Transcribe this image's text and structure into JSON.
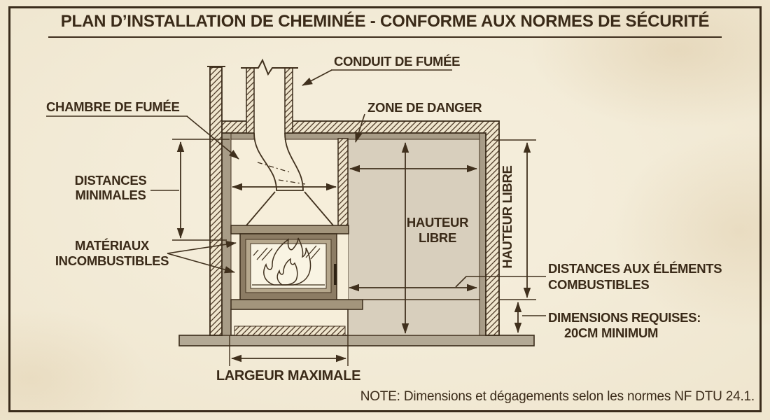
{
  "title": "PLAN D’INSTALLATION DE CHEMINÉE - CONFORME AUX NORMES DE SÉCURITÉ",
  "note": "NOTE: Dimensions et dégagements selon les normes NF DTU 24.1.",
  "labels": {
    "flue": "CONDUIT DE FUMÉE",
    "smoke_chamber": "CHAMBRE DE FUMÉE",
    "danger_zone": "ZONE DE DANGER",
    "min_distances_line1": "DISTANCES",
    "min_distances_line2": "MINIMALES",
    "incombustible_line1": "MATÉRIAUX",
    "incombustible_line2": "INCOMBUSTIBLES",
    "clear_height_line1": "HAUTEUR",
    "clear_height_line2": "LIBRE",
    "clear_height_side": "HAUTEUR LIBRE",
    "combustible_distances_line1": "DISTANCES AUX ÉLÉMENTS",
    "combustible_distances_line2": "COMBUSTIBLES",
    "required_dimensions_line1": "DIMENSIONS REQUISES:",
    "required_dimensions_line2": "20CM MINIMUM",
    "max_width": "LARGEUR MAXIMALE"
  },
  "colors": {
    "background": "#f1e9d5",
    "ink": "#3a2a18",
    "danger_zone_fill": "#d8cfbd",
    "masonry_lining": "#a89c87",
    "stove_frame": "#8c7c64",
    "stove_inner_frame": "#b5a78c",
    "glass": "#f9f4e3",
    "floor": "#b3a995"
  }
}
